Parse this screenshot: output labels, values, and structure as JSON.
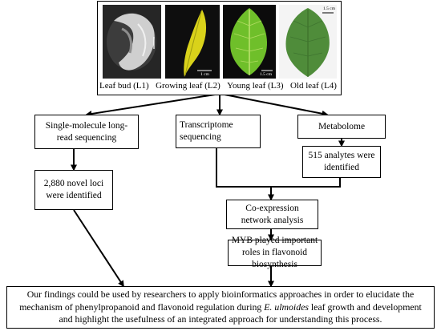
{
  "top_panel": {
    "stage_labels": [
      "Leaf bud (L1)",
      "Growing leaf (L2)",
      "Young leaf (L3)",
      "Old leaf (L4)"
    ],
    "scale_bars": [
      "1 cm",
      "1.5 cm",
      "1.5 cm"
    ],
    "scale_bar_first": "1 cm"
  },
  "boxes": {
    "single_molecule": "Single-molecule long-read sequencing",
    "transcriptome": "Transcriptome sequencing",
    "metabolome": "Metabolome",
    "analytes": "515 analytes were identified",
    "novel_loci": "2,880 novel loci were identified",
    "coexpression": "Co-expression network analysis",
    "myb": "MYB played important roles in flavonoid biosynthesis"
  },
  "findings": {
    "part1": "Our findings could be used by researchers to apply bioinformatics approaches in order to elucidate the mechanism of phenylpropanoid and flavonoid regulation during ",
    "species": "E. ulmoides",
    "part2": " leaf growth and development and highlight the usefulness of an integrated approach for understanding this process."
  },
  "colors": {
    "line": "#000000",
    "background": "#ffffff",
    "leaf_yellow": "#d9d21a",
    "leaf_bright_green": "#6fbf2a",
    "leaf_dark_green": "#4f8c3a"
  }
}
